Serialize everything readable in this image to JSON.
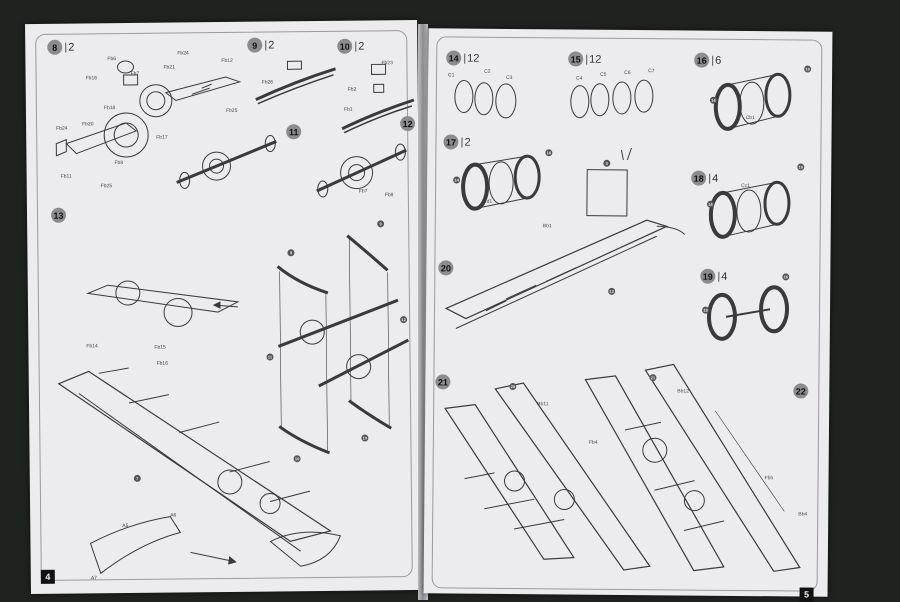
{
  "photo": {
    "subject": "open scale-model instruction booklet",
    "background_color": "#1f231f",
    "paper_color": "#ececee",
    "ink_color": "#3a3a3e"
  },
  "left_page": {
    "page_number": "4",
    "steps": [
      {
        "num": "8",
        "mult": "2"
      },
      {
        "num": "9",
        "mult": "2"
      },
      {
        "num": "10",
        "mult": "2"
      },
      {
        "num": "11",
        "mult": ""
      },
      {
        "num": "12",
        "mult": ""
      },
      {
        "num": "13",
        "mult": ""
      }
    ],
    "part_labels": [
      "Fb6",
      "Fb7",
      "Fb16",
      "Fb21",
      "Fb24",
      "Fb12",
      "Fb26",
      "Fb2",
      "Fb23",
      "Fb1",
      "Fb18",
      "Fb17",
      "Fb25",
      "Fb20",
      "Fb24",
      "Fb8",
      "Fb11",
      "Fb25",
      "Fb7",
      "Fb8",
      "Fb14",
      "Fb15",
      "Fb16",
      "A5",
      "A6",
      "A7"
    ]
  },
  "right_page": {
    "page_number": "5",
    "steps": [
      {
        "num": "14",
        "mult": "12"
      },
      {
        "num": "15",
        "mult": "12"
      },
      {
        "num": "16",
        "mult": "6"
      },
      {
        "num": "17",
        "mult": "2"
      },
      {
        "num": "18",
        "mult": "4"
      },
      {
        "num": "19",
        "mult": "4"
      },
      {
        "num": "20",
        "mult": ""
      },
      {
        "num": "21",
        "mult": ""
      },
      {
        "num": "22",
        "mult": ""
      }
    ],
    "part_labels": [
      "C1",
      "C2",
      "C3",
      "C4",
      "C5",
      "C6",
      "C7",
      "Cb1",
      "Cd1",
      "Cc1",
      "Bb1",
      "Bb11",
      "Bb12",
      "Fb4",
      "Fb5",
      "Bb4"
    ]
  }
}
